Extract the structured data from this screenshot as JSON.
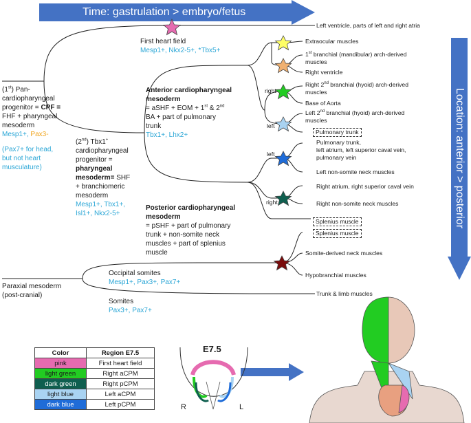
{
  "banner_time": "Time: gastrulation > embryo/fetus",
  "banner_location": "Location: anterior > posterior",
  "colors": {
    "arrow": "#4472c4",
    "pink": "#e66bb0",
    "yellow": "#ffff66",
    "orange": "#f0b070",
    "light_green": "#22cc22",
    "dark_green": "#0f5f4f",
    "light_blue": "#a9d3f2",
    "dark_blue": "#1f6cd8",
    "dark_red": "#7a0c0c",
    "marker_blue": "#2aa6d6",
    "marker_orange": "#f0a41c"
  },
  "left_text": {
    "cpf_l1": "(1",
    "cpf_l1_sup": "st",
    "cpf_l1b": ") Pan-",
    "cpf_l2": "cardiopharyngeal",
    "cpf_l3a": "progenitor = ",
    "cpf_l3b": "CPF =",
    "cpf_l4": "FHF + pharyngeal",
    "cpf_l5": "mesoderm",
    "cpf_m1": "Mesp1+,",
    "cpf_m2": "Pax3-",
    "cpf_note1": "(Pax7+ for head,",
    "cpf_note2": "but not heart",
    "cpf_note3": "musculature)",
    "paraxial1": "Paraxial mesoderm",
    "paraxial2": "(post-cranial)"
  },
  "middle_text": {
    "fhf": "First heart field",
    "fhf_markers": "Mesp1+, Nkx2-5+, *Tbx5+",
    "tbx_l1a": "(2",
    "tbx_l1_sup": "nd",
    "tbx_l1b": ") Tbx1",
    "tbx_l1_sup2": "+",
    "tbx_l2": "cardiopharyngeal",
    "tbx_l3": "progenitor =",
    "tbx_l4": "pharyngeal",
    "tbx_l5a": "mesoderm=",
    "tbx_l5b": " SHF",
    "tbx_l6": "+ branchiomeric",
    "tbx_l7": "mesoderm",
    "tbx_m1": "Mesp1+, Tbx1+,",
    "tbx_m2": "Isl1+, Nkx2-5+",
    "acpm_title1": "Anterior cardiopharyngeal",
    "acpm_title2": "mesoderm",
    "acpm_d1": "= aSHF + EOM + 1",
    "acpm_d1_sup": "st",
    "acpm_d1b": " & 2",
    "acpm_d1_sup2": "nd",
    "acpm_d2": "BA + part of pulmonary",
    "acpm_d3": "trunk",
    "acpm_markers": "Tbx1+, Lhx2+",
    "pcpm_title1": "Posterior cardiopharyngeal",
    "pcpm_title2": "mesoderm",
    "pcpm_d1": "= pSHF + part of pulmonary",
    "pcpm_d2": "trunk + non-somite neck",
    "pcpm_d3": "muscles + part of splenius",
    "pcpm_d4": "muscle",
    "occ": "Occipital somites",
    "occ_markers": "Mesp1+, Pax3+, Pax7+",
    "som": "Somites",
    "som_markers": "Pax3+, Pax7+"
  },
  "right_labels": {
    "lv": "Left ventricle, parts of left and right atria",
    "eom": "Extraocular muscles",
    "ba1_a": "1",
    "ba1_sup": "st",
    "ba1_b": " branchial (mandibular) arch-derived",
    "ba1_c": "muscles",
    "rv": "Right ventricle",
    "rba2_a": "Right 2",
    "rba2_sup": "nd",
    "rba2_b": " branchial (hyoid) arch-derived",
    "rba2_c": "muscles",
    "aorta": "Base of Aorta",
    "lba2_a": "Left 2",
    "lba2_sup": "nd",
    "lba2_b": " branchial (hyoid) arch-derived",
    "lba2_c": "muscles",
    "pt1": "Pulmonary trunk",
    "pt2": "Pulmonary trunk,",
    "la1": "left atrium, left superior caval vein,",
    "la2": "pulmonary vein",
    "lnsn": "Left non-somite neck muscles",
    "ra": "Right atrium, right superior caval vein",
    "rnsn": "Right non-somite neck muscles",
    "spl1": "Splenius muscle",
    "spl2": "Splenius muscle",
    "sdn": "Somite-derived neck muscles",
    "hypo": "Hypobranchial muscles",
    "trunk": "Trunk & limb muscles",
    "right1": "right",
    "left1": "left",
    "left2": "left",
    "right2": "right"
  },
  "legend": {
    "headers": [
      "Color",
      "Region E7.5"
    ],
    "rows": [
      {
        "color": "pink",
        "region": "First heart field"
      },
      {
        "color": "light green",
        "region": "Right aCPM"
      },
      {
        "color": "dark green",
        "region": "Right pCPM"
      },
      {
        "color": "light blue",
        "region": "Left aCPM"
      },
      {
        "color": "dark blue",
        "region": "Left pCPM"
      }
    ]
  },
  "embryo": {
    "title": "E7.5",
    "r": "R",
    "l": "L"
  }
}
